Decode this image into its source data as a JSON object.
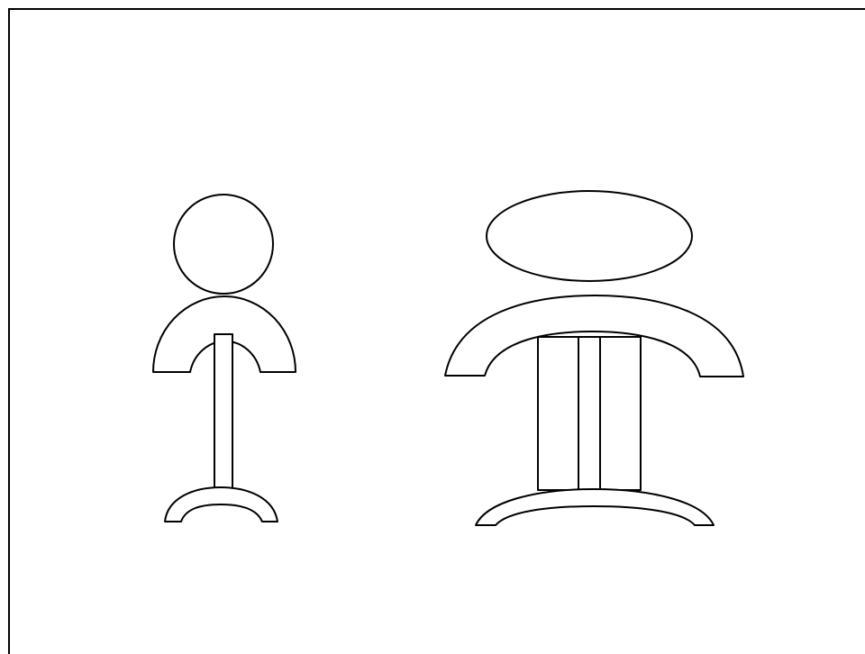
{
  "colors": {
    "background": "#ffffff",
    "stroke": "#000000",
    "fill": "#ffffff"
  },
  "figures": [
    {
      "id": "small-figure",
      "parts": [
        "head-circle",
        "shoulder-arch",
        "single-post",
        "base-arch"
      ]
    },
    {
      "id": "large-figure",
      "parts": [
        "head-ellipse",
        "shoulder-arch",
        "triple-post",
        "base-arch"
      ]
    }
  ]
}
